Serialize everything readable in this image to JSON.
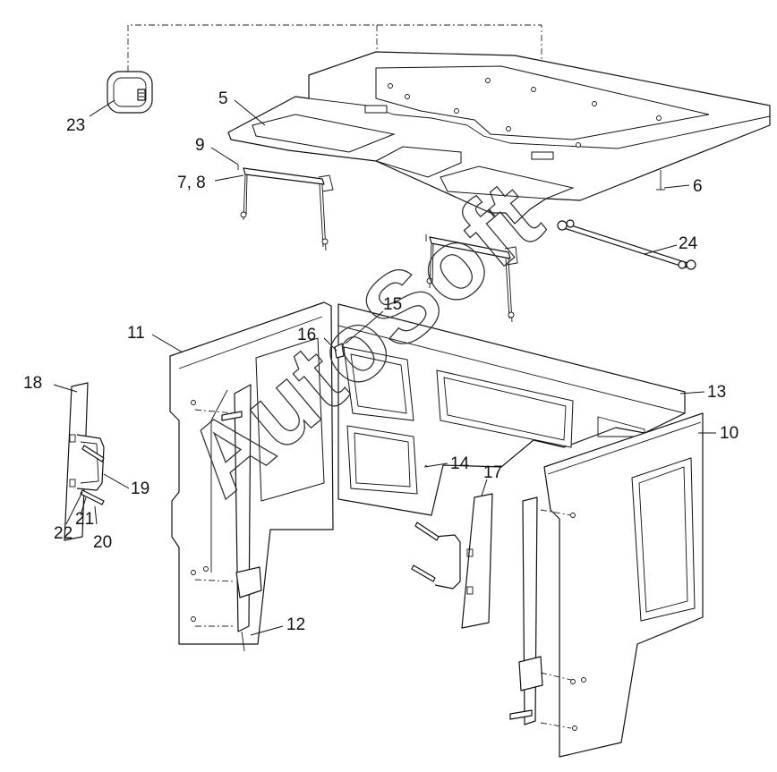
{
  "callouts": {
    "c5": "5",
    "c6": "6",
    "c7_8": "7, 8",
    "c9": "9",
    "c10": "10",
    "c11": "11",
    "c12": "12",
    "c13": "13",
    "c14": "14",
    "c15": "15",
    "c16": "16",
    "c17": "17",
    "c18": "18",
    "c19": "19",
    "c20": "20",
    "c21": "21",
    "c22": "22",
    "c23": "23",
    "c24": "24"
  },
  "watermark": "AutoSoft"
}
